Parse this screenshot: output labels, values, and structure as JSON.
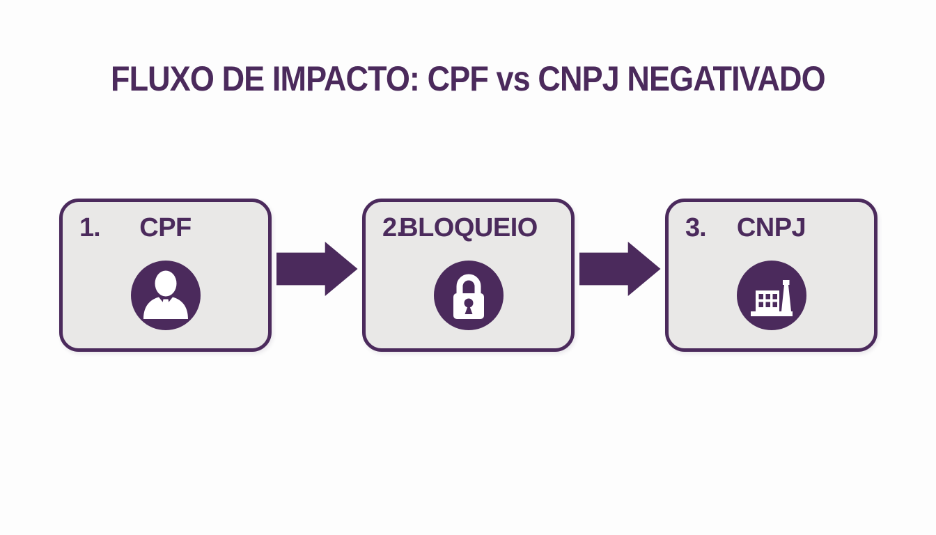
{
  "title": "FLUXO DE IMPACTO: CPF vs CNPJ NEGATIVADO",
  "colors": {
    "accent_purple": "#4b2a5c",
    "box_background": "#e9e8e7",
    "page_background": "#fdfdfd",
    "icon_foreground": "#ffffff"
  },
  "flow": {
    "steps": [
      {
        "number": "1.",
        "label": "CPF",
        "icon": "person-icon"
      },
      {
        "number": "2.",
        "label": "BLOQUEIO",
        "icon": "lock-icon"
      },
      {
        "number": "3.",
        "label": "CNPJ",
        "icon": "factory-icon"
      }
    ],
    "connector_icon": "arrow-right-icon"
  }
}
